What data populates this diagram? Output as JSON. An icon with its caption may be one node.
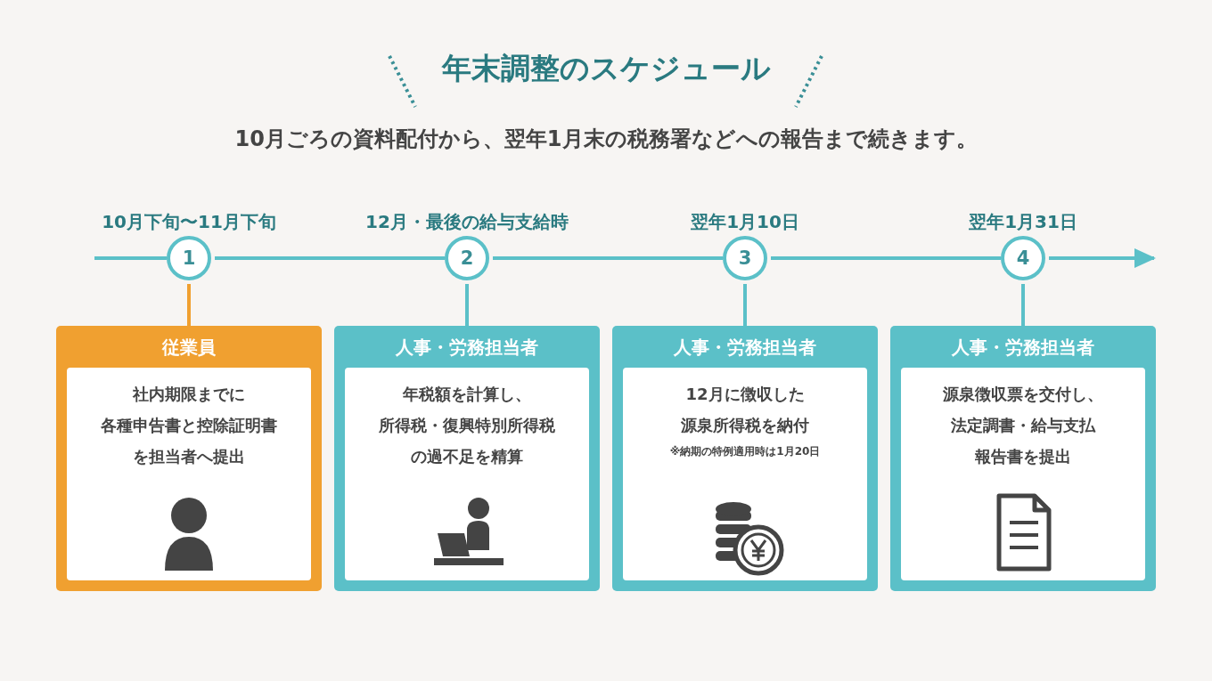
{
  "diagram": {
    "title": "年末調整のスケジュール",
    "nodes": [
      {
        "text": [
          "1"
        ],
        "beside": [
          "10月下旬〜11月下旬"
        ]
      },
      {
        "text": [
          "2"
        ],
        "beside": [
          "12月・最後の給与支給時"
        ]
      },
      {
        "text": [
          "3"
        ],
        "beside": [
          "翌年1月10日"
        ]
      },
      {
        "text": [
          "4"
        ],
        "beside": [
          "翌年1月31日"
        ]
      },
      {
        "text": [
          "従業員",
          "社内期限までに各種申告書と控除証明書を担当者へ提出"
        ]
      },
      {
        "text": [
          "人事・労務担当者",
          "年税額を計算し、所得税・復興特別所得税の過不足を精算"
        ]
      },
      {
        "text": [
          "人事・労務担当者",
          "12月に徴収した源泉所得税を納付",
          "※納期の特例適用時は1月20日"
        ]
      },
      {
        "text": [
          "人事・労務担当者",
          "源泉徴収票を交付し、法定調書・給与支払報告書を提出"
        ]
      }
    ],
    "edges": [
      {
        "from": null,
        "to": 0,
        "arrow": "none"
      },
      {
        "from": 0,
        "to": 1,
        "arrow": "none"
      },
      {
        "from": 1,
        "to": 2,
        "arrow": "none"
      },
      {
        "from": 2,
        "to": 3,
        "arrow": "none"
      },
      {
        "from": 3,
        "to": null,
        "arrow": "to"
      },
      {
        "from": 0,
        "to": 4,
        "arrow": "none",
        "color": "#f0a030"
      },
      {
        "from": 1,
        "to": 5,
        "arrow": "none"
      },
      {
        "from": 2,
        "to": 6,
        "arrow": "none"
      },
      {
        "from": 3,
        "to": 7,
        "arrow": "none"
      }
    ],
    "labels": [
      "10月ごろの資料配付から、翌年1月末の税務署などへの報告まで続きます。"
    ]
  }
}
